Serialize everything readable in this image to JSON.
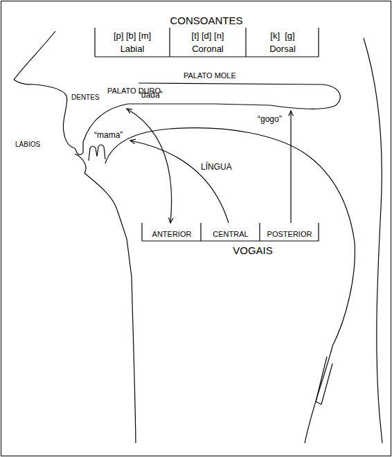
{
  "diagram": {
    "labels": [
      "CONSOANTES",
      "[p] [b] [m]",
      "Labial",
      "[t] [d] [n]",
      "Coronal",
      "[k]  [g]",
      "Dorsal",
      "PALATO MOLE",
      "PALATO DURO",
      "“dada”",
      "DENTES",
      "“gogo”",
      "LÁBIOS",
      "LÍNGUA",
      "“mama”",
      "ANTERIOR",
      "CENTRAL",
      "POSTERIOR",
      "VOGAIS"
    ]
  }
}
